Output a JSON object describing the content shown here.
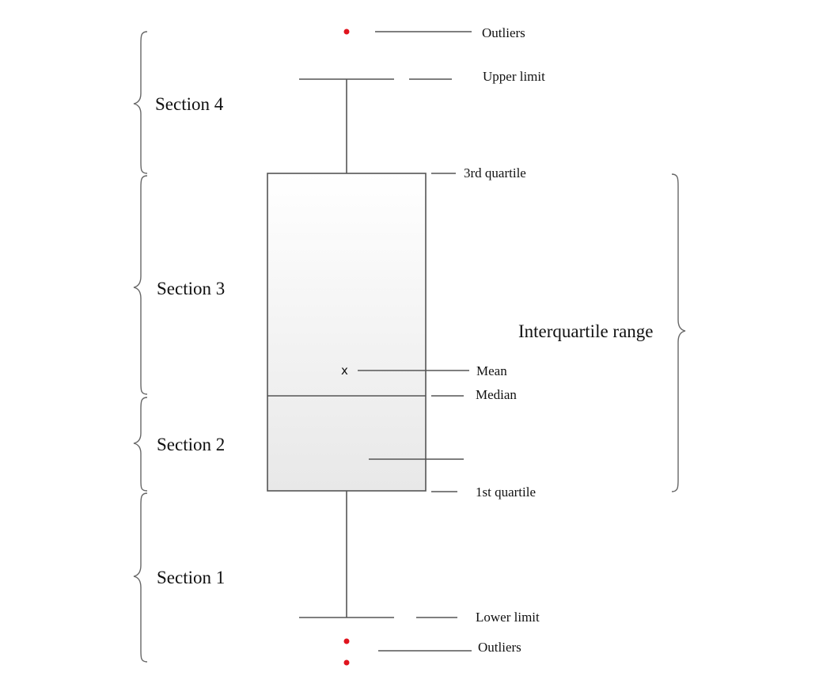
{
  "colors": {
    "outlier": "#e0141e",
    "line": "#555555",
    "box_fill_top": "#ffffff",
    "box_fill_bottom": "#e8e8e8"
  },
  "labels": {
    "outliers_top": "Outliers",
    "upper_limit": "Upper limit",
    "third_quartile": "3rd quartile",
    "mean": "Mean",
    "median": "Median",
    "first_quartile": "1st quartile",
    "lower_limit": "Lower limit",
    "outliers_bottom": "Outliers",
    "interquartile_range": "Interquartile range",
    "mean_marker": "x"
  },
  "sections": {
    "s4": "Section 4",
    "s3": "Section 3",
    "s2": "Section 2",
    "s1": "Section 1"
  }
}
